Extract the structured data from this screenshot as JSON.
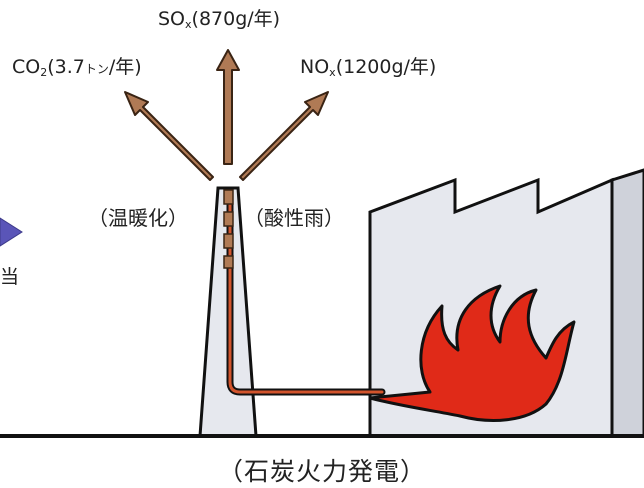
{
  "emissions": {
    "so": {
      "base": "SO",
      "sub": "x",
      "amount": "(870g/年)"
    },
    "co2": {
      "base": "CO",
      "sub": "2",
      "amount_pre": "(3.7",
      "amount_unit": "トン",
      "amount_post": "/年)"
    },
    "nox": {
      "base": "NO",
      "sub": "x",
      "amount": "(1200g/年)"
    }
  },
  "effects": {
    "left": "（温暖化）",
    "right": "（酸性雨）"
  },
  "side_label": "当",
  "caption": "（石炭火力発電）",
  "colors": {
    "arrow": "#b07a55",
    "arrow_outline": "#3a2414",
    "flame": "#e02a18",
    "factory": "#e6e8ee",
    "chimney": "#e6e8ee",
    "side_arrow": "#5a55b8"
  }
}
